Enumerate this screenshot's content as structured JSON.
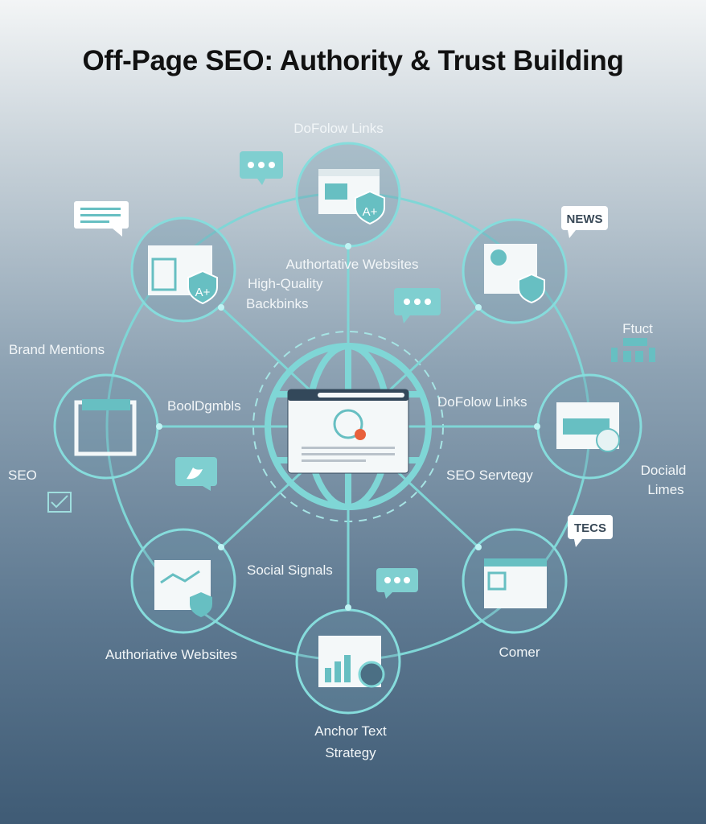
{
  "title": "Off-Page SEO: Authority & Trust Building",
  "colors": {
    "accent": "#7fd6d6",
    "title": "#111111",
    "alert": "#e8603c"
  },
  "labels": {
    "top": "DoFolow Links",
    "authoritative": "Authortative Websites",
    "high_quality_1": "High-Quality",
    "high_quality_2": "Backbinks",
    "brand_mentions": "Brand Mentions",
    "bookmarks": "BoolDgmbls",
    "dofollow_right": "DoFolow Links",
    "seo_strategy": "SEO Servtegy",
    "seo": "SEO",
    "social_signals": "Social Signals",
    "authoritative_bottom": "Authoriative Websites",
    "anchor_1": "Anchor Text",
    "anchor_2": "Strategy",
    "comer": "Comer",
    "ftuct": "Ftuct",
    "dociald_1": "Dociald",
    "dociald_2": "Limes"
  },
  "badges": {
    "news": "NEWS",
    "tecs": "TECS",
    "grade": "A+",
    "grade2": "A+"
  }
}
